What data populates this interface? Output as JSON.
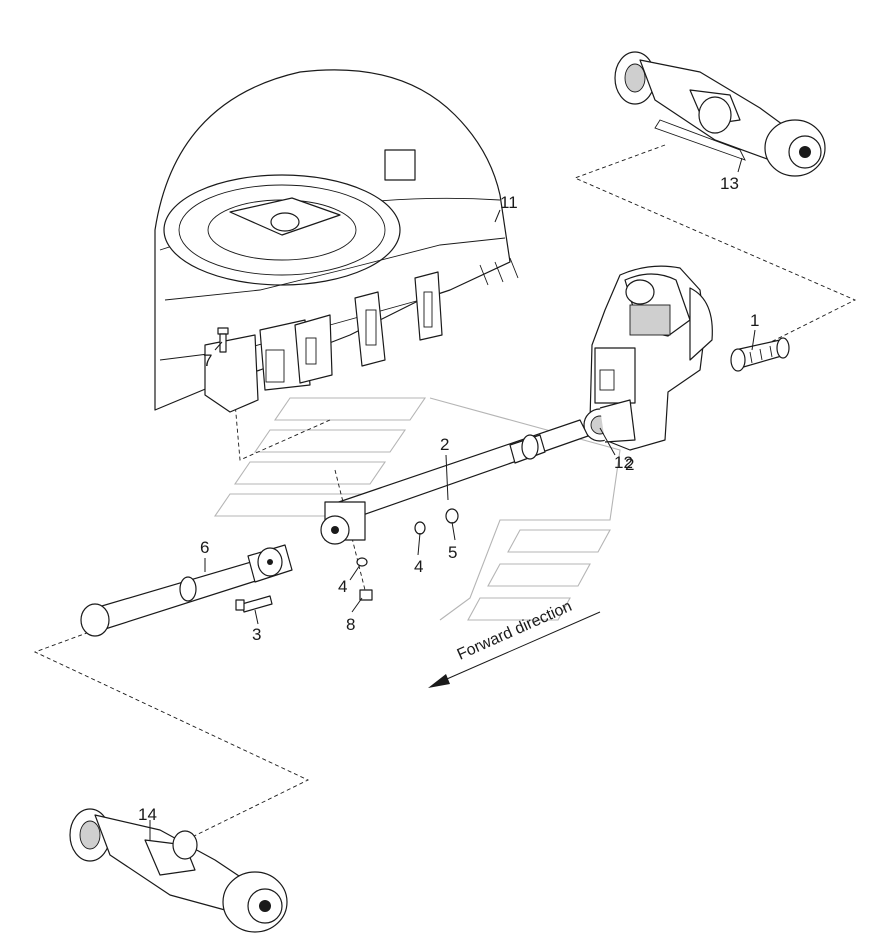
{
  "callouts": {
    "c1": "1",
    "c2a": "2",
    "c2b": "2",
    "c3": "3",
    "c4a": "4",
    "c4b": "4",
    "c5": "5",
    "c6": "6",
    "c7": "7",
    "c8": "8",
    "c11": "11",
    "c12": "12",
    "c13": "13",
    "c14": "14"
  },
  "direction_label": "Forward direction",
  "icons": [
    "direction-arrow-icon"
  ]
}
